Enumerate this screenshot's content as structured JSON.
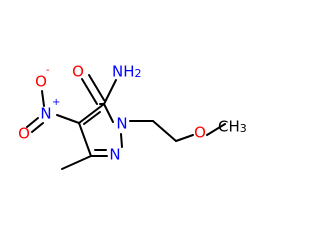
{
  "molecule": {
    "atoms": {
      "amide_n": {
        "element": "N",
        "hydrogens": "H",
        "h_count": "2"
      },
      "amide_o": {
        "element": "O"
      },
      "nitro_n": {
        "element": "N",
        "charge": "+"
      },
      "nitro_o_top": {
        "element": "O",
        "charge": "-"
      },
      "nitro_o_left": {
        "element": "O"
      },
      "ring_n1": {
        "element": "N"
      },
      "ring_n2": {
        "element": "N"
      },
      "ether_o": {
        "element": "O"
      },
      "methyl_end": {
        "element": "C",
        "hydrogens": "H",
        "h_count": "3"
      }
    },
    "colors": {
      "bond": "#000000",
      "carbon": "#000000",
      "nitrogen": "#0000ff",
      "oxygen": "#ff0000"
    }
  }
}
